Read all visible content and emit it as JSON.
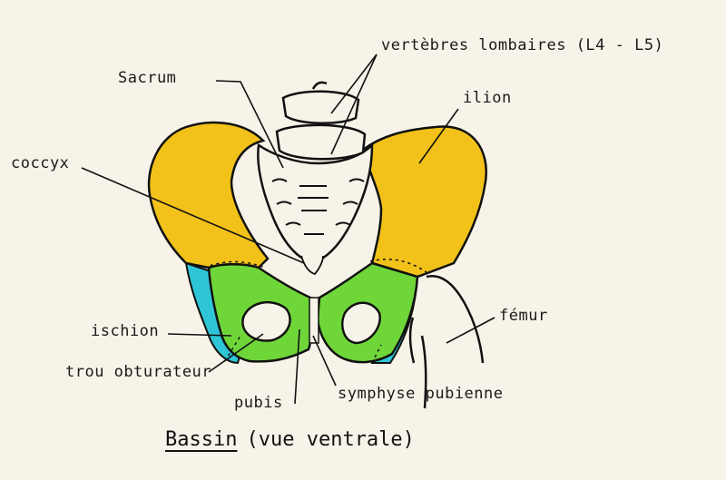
{
  "labels": {
    "sacrum": "Sacrum",
    "vertebres": "vertèbres lombaires (L4 - L5)",
    "ilion": "ilion",
    "coccyx": "coccyx",
    "ischion": "ischion",
    "trou": "trou obturateur",
    "femur": "fémur",
    "pubis": "pubis",
    "symphyse": "symphyse pubienne"
  },
  "title": {
    "main": "Bassin",
    "sub": "(vue ventrale)"
  },
  "colors": {
    "ilion": "#f2c21a",
    "pubis": "#6fd63a",
    "ischion": "#2ec6d6",
    "outline": "#111111",
    "background": "#f7f3e8"
  }
}
